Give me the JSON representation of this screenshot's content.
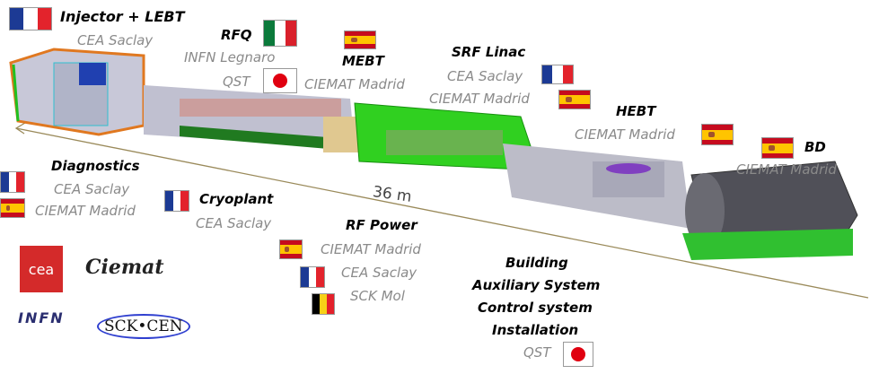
{
  "length_label": "36 m",
  "sections": {
    "injector": {
      "title": "Injector + LEBT",
      "orgs": [
        "CEA Saclay"
      ]
    },
    "rfq": {
      "title": "RFQ",
      "orgs": [
        "INFN Legnaro",
        "QST"
      ]
    },
    "mebt": {
      "title": "MEBT",
      "orgs": [
        "CIEMAT Madrid"
      ]
    },
    "srf": {
      "title": "SRF Linac",
      "orgs": [
        "CEA Saclay",
        "CIEMAT Madrid"
      ]
    },
    "hebt": {
      "title": "HEBT",
      "orgs": [
        "CIEMAT Madrid"
      ]
    },
    "bd": {
      "title": "BD",
      "orgs": [
        "CIEMAT Madrid"
      ]
    },
    "diagnostics": {
      "title": "Diagnostics",
      "orgs": [
        "CEA Saclay",
        "CIEMAT Madrid"
      ]
    },
    "cryoplant": {
      "title": "Cryoplant",
      "orgs": [
        "CEA Saclay"
      ]
    },
    "rfpower": {
      "title": "RF Power",
      "orgs": [
        "CIEMAT Madrid",
        "CEA Saclay",
        "SCK Mol"
      ]
    },
    "building": {
      "titles": [
        "Building",
        "Auxiliary System",
        "Control system",
        "Installation"
      ],
      "orgs": [
        "QST"
      ]
    }
  },
  "logos": [
    "cea",
    "Ciemat",
    "INFN",
    "SCK•CEN"
  ]
}
